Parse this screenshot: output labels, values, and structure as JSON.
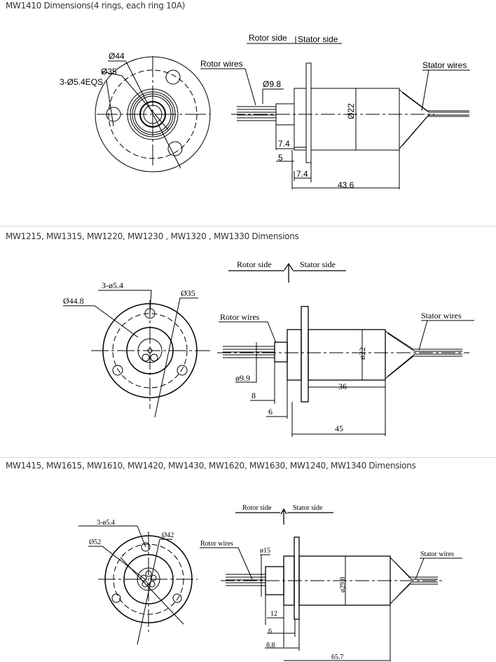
{
  "sections": [
    {
      "title": "MW1410 Dimensions(4 rings, each ring 10A)",
      "labels": {
        "od": "Ø44",
        "pcd": "Ø35",
        "holes": "3-Ø5.4EQS",
        "rotor_side": "Rotor side",
        "stator_side": "Stator side",
        "rotor_wires": "Rotor wires",
        "stator_wires": "Stator wires",
        "shaft_dia": "Ø9.8",
        "body_dia": "Ø22",
        "dim_a": "7.4",
        "dim_b": "5",
        "dim_c": "7.4",
        "length": "43.6"
      }
    },
    {
      "title": "MW1215, MW1315, MW1220, MW1230 , MW1320 , MW1330 Dimensions",
      "labels": {
        "holes": "3-ø5.4",
        "od": "Ø44.8",
        "pcd": "Ø35",
        "rotor_side": "Rotor side",
        "stator_side": "Stator side",
        "rotor_wires": "Rotor wires",
        "stator_wires": "Stator wires",
        "shaft_dia": "ø9.9",
        "body_dia": "ø22",
        "body_len": "36",
        "dim_a": "8",
        "dim_b": "6",
        "length": "45"
      }
    },
    {
      "title": "MW1415, MW1615, MW1610, MW1420, MW1430, MW1620, MW1630, MW1240, MW1340 Dimensions",
      "labels": {
        "holes": "3-ø5.4",
        "pcd": "Ø42",
        "od": "Ø52",
        "rotor_side": "Rotor side",
        "stator_side": "Stator side",
        "rotor_wires": "Rotor wires",
        "stator_wires": "Stator wires",
        "shaft_dia": "ø15",
        "body_dia": "ø29.8",
        "dim_a": "12",
        "dim_b": "6",
        "dim_c": "8.8",
        "length": "65.7"
      }
    }
  ]
}
